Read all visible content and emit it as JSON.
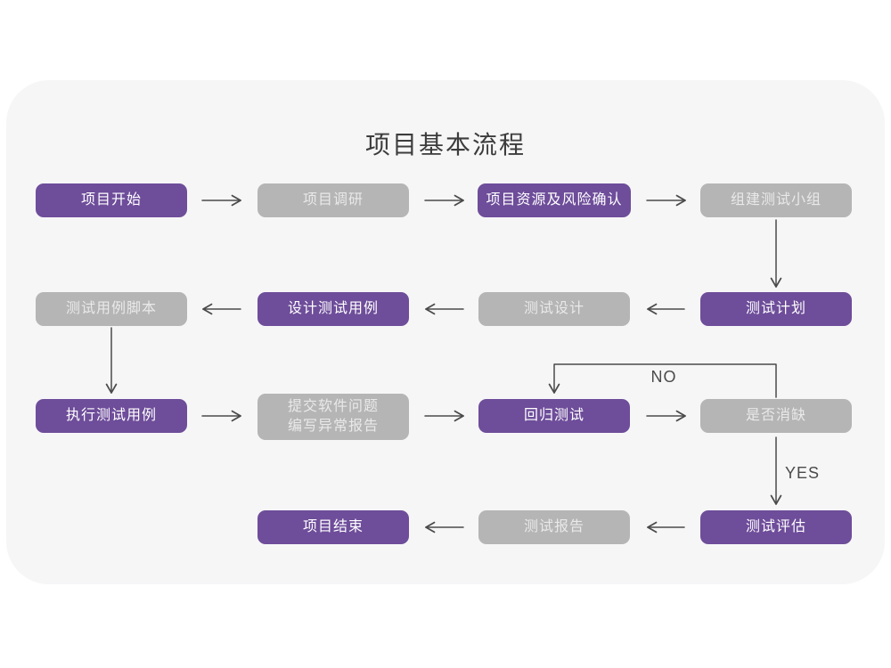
{
  "title": "项目基本流程",
  "colors": {
    "purple": "#6e4d9a",
    "gray": "#b5b5b5",
    "card": "#f6f6f7",
    "arrow": "#4a4a4a",
    "text_on_purple": "#ffffff",
    "text_on_gray": "#e9e9e9"
  },
  "branch_labels": {
    "no": "NO",
    "yes": "YES"
  },
  "nodes": [
    {
      "label": "项目开始",
      "variant": "purple"
    },
    {
      "label": "项目调研",
      "variant": "gray"
    },
    {
      "label": "项目资源及风险确认",
      "variant": "purple"
    },
    {
      "label": "组建测试小组",
      "variant": "gray"
    },
    {
      "label": "测试计划",
      "variant": "purple"
    },
    {
      "label": "测试设计",
      "variant": "gray"
    },
    {
      "label": "设计测试用例",
      "variant": "purple"
    },
    {
      "label": "测试用例脚本",
      "variant": "gray"
    },
    {
      "label": "执行测试用例",
      "variant": "purple"
    },
    {
      "label": "提交软件问题\n编写异常报告",
      "variant": "gray"
    },
    {
      "label": "回归测试",
      "variant": "purple"
    },
    {
      "label": "是否消缺",
      "variant": "gray"
    },
    {
      "label": "测试评估",
      "variant": "purple"
    },
    {
      "label": "测试报告",
      "variant": "gray"
    },
    {
      "label": "项目结束",
      "variant": "purple"
    }
  ]
}
